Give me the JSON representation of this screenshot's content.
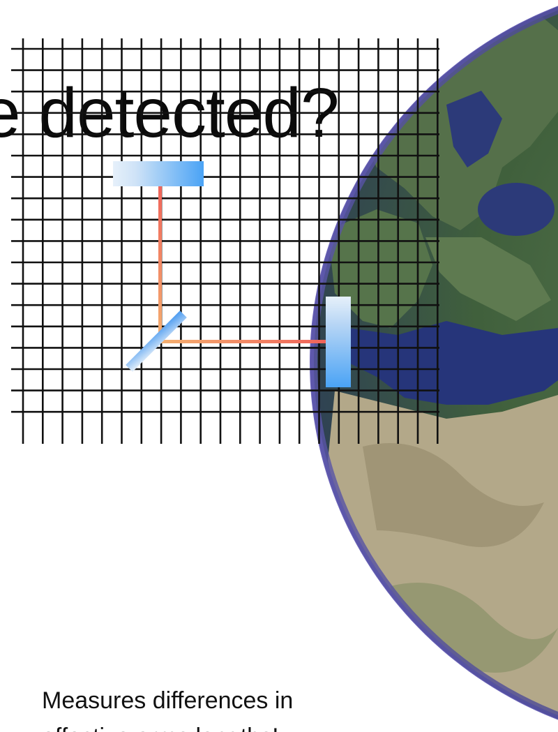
{
  "slide": {
    "title": "e detected?",
    "caption_lines": [
      "Measures differences in",
      "effective arms lengths!"
    ]
  },
  "colors": {
    "grid": "#111111",
    "mirror_blue": "#4aa3f5",
    "mirror_highlight": "#e6f0fa",
    "beam_red": "#f0625a",
    "beam_orange": "#f4b070",
    "ocean": "#2b3d7e",
    "land_green": "#4f6f45",
    "desert": "#b9ad8c"
  },
  "icons": [
    "earth-globe",
    "mirror",
    "beam-splitter",
    "spacetime-grid"
  ]
}
